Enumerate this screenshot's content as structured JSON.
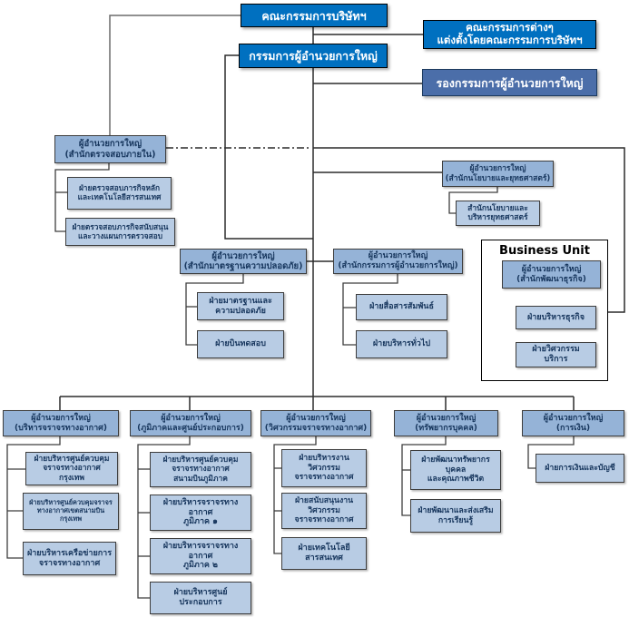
{
  "colors": {
    "exec": "#0070C0",
    "deputy": "#4B6EA9",
    "director": "#95B3D7",
    "dept": "#B8CCE4",
    "textDark": "#17365D",
    "line": "#2b2b2b",
    "grayline": "#6b6b6b"
  },
  "org": {
    "board": {
      "label": "คณะกรรมการบริษัทฯ"
    },
    "committees": {
      "label": "คณะกรรมการต่างๆ\nแต่งตั้งโดยคณะกรรมการบริษัทฯ"
    },
    "president": {
      "label": "กรรมการผู้อำนวยการใหญ่"
    },
    "deputy_president": {
      "label": "รองกรรมการผู้อำนวยการใหญ่"
    },
    "internal_audit": {
      "label": "ผู้อำนวยการใหญ่\n(สำนักตรวจสอบภายใน)",
      "children": [
        {
          "label": "ฝ่ายตรวจสอบภารกิจหลัก\nและเทคโนโลยีสารสนเทศ"
        },
        {
          "label": "ฝ่ายตรวจสอบภารกิจสนับสนุน\nและวางแผนการตรวจสอบ"
        }
      ]
    },
    "policy_strategy": {
      "label": "ผู้อำนวยการใหญ่\n(สำนักนโยบายและยุทธศาสตร์)",
      "children": [
        {
          "label": "สำนักนโยบายและ\nบริหารยุทธศาสตร์"
        }
      ]
    },
    "safety_standards": {
      "label": "ผู้อำนวยการใหญ่\n(สำนักมาตรฐานความปลอดภัย)",
      "children": [
        {
          "label": "ฝ่ายมาตรฐานและ\nความปลอดภัย"
        },
        {
          "label": "ฝ่ายบินทดสอบ"
        }
      ]
    },
    "president_office": {
      "label": "ผู้อำนวยการใหญ่\n(สำนักกรรมการผู้อำนวยการใหญ่)",
      "children": [
        {
          "label": "ฝ่ายสื่อสารสัมพันธ์"
        },
        {
          "label": "ฝ่ายบริหารทั่วไป"
        }
      ]
    },
    "business_unit": {
      "title": "Business Unit",
      "label": "ผู้อำนวยการใหญ่\n(สำนักพัฒนาธุรกิจ)",
      "children": [
        {
          "label": "ฝ่ายบริหารธุรกิจ"
        },
        {
          "label": "ฝ่ายวิศวกรรม\nบริการ"
        }
      ]
    },
    "air_traffic_management": {
      "label": "ผู้อำนวยการใหญ่\n(บริหารจราจรทางอากาศ)",
      "children": [
        {
          "label": "ฝ่ายบริหารศูนย์ควบคุม\nจราจรทางอากาศ\nกรุงเทพ"
        },
        {
          "label": "ฝ่ายบริหารศูนย์ควบคุมจราจร\nทางอากาศเขตสนามบิน\nกรุงเทพ"
        },
        {
          "label": "ฝ่ายบริหารเครือข่ายการ\nจราจรทางอากาศ"
        }
      ]
    },
    "regional_centers": {
      "label": "ผู้อำนวยการใหญ่\n(ภูมิภาคและศูนย์ประกอบการ)",
      "children": [
        {
          "label": "ฝ่ายบริหารศูนย์ควบคุม\nจราจรทางอากาศ\nสนามบินภูมิภาค"
        },
        {
          "label": "ฝ่ายบริหารจราจรทาง\nอากาศ\nภูมิภาค ๑"
        },
        {
          "label": "ฝ่ายบริหารจราจรทาง\nอากาศ\nภูมิภาค ๒"
        },
        {
          "label": "ฝ่ายบริหารศูนย์\nประกอบการ"
        }
      ]
    },
    "atc_engineering": {
      "label": "ผู้อำนวยการใหญ่\n(วิศวกรรมจราจรทางอากาศ)",
      "children": [
        {
          "label": "ฝ่ายบริหารงาน\nวิศวกรรม\nจราจรทางอากาศ"
        },
        {
          "label": "ฝ่ายสนับสนุนงาน\nวิศวกรรม\nจราจรทางอากาศ"
        },
        {
          "label": "ฝ่ายเทคโนโลยี\nสารสนเทศ"
        }
      ]
    },
    "human_resources": {
      "label": "ผู้อำนวยการใหญ่\n(ทรัพยากรบุคคล)",
      "children": [
        {
          "label": "ฝ่ายพัฒนาทรัพยากร\nบุคคล\nและคุณภาพชีวิต"
        },
        {
          "label": "ฝ่ายพัฒนาและส่งเสริม\nการเรียนรู้"
        }
      ]
    },
    "finance": {
      "label": "ผู้อำนวยการใหญ่\n(การเงิน)",
      "children": [
        {
          "label": "ฝ่ายการเงินและบัญชี"
        }
      ]
    }
  }
}
